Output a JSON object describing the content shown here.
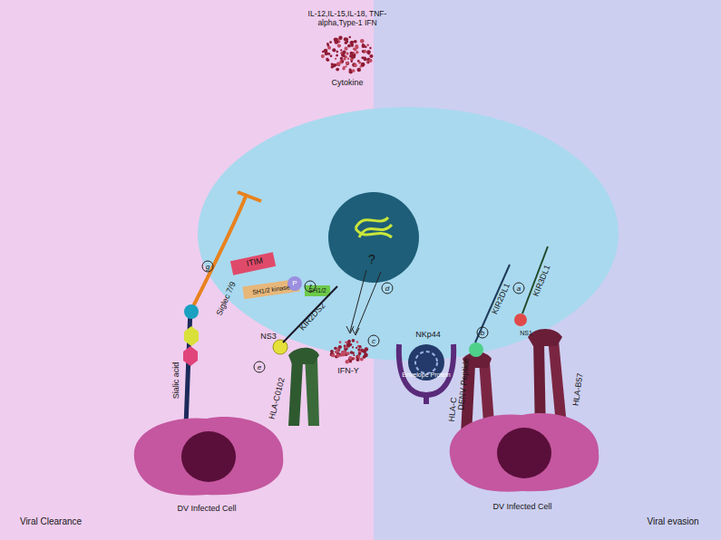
{
  "diagram": {
    "nodes": [
      {
        "text": [
          "IL-12,IL-15,IL-18, TNF- alpha,Type-1 IFN",
          "Cytokine"
        ]
      },
      {
        "text": [
          "DV Infected Cell"
        ]
      },
      {
        "text": [
          "DV Infected Cell"
        ]
      }
    ],
    "labels": [
      "g",
      "ITIM",
      "?",
      "P",
      "SH1/2",
      "SH1/2 kinase",
      "Siglec 7/9",
      "Sialic acid",
      "e",
      "NS3",
      "KIR2DS2",
      "HLA-C0102",
      "f",
      "d",
      "IFN-Y",
      "c",
      "NKp44",
      "Envelope Protein",
      "b",
      "KIR2DL1",
      "DENV Peptide",
      "HLA-C",
      "a",
      "KIR3DL1",
      "NS1",
      "HLA-B57",
      "Viral Clearance",
      "Viral evasion"
    ]
  }
}
